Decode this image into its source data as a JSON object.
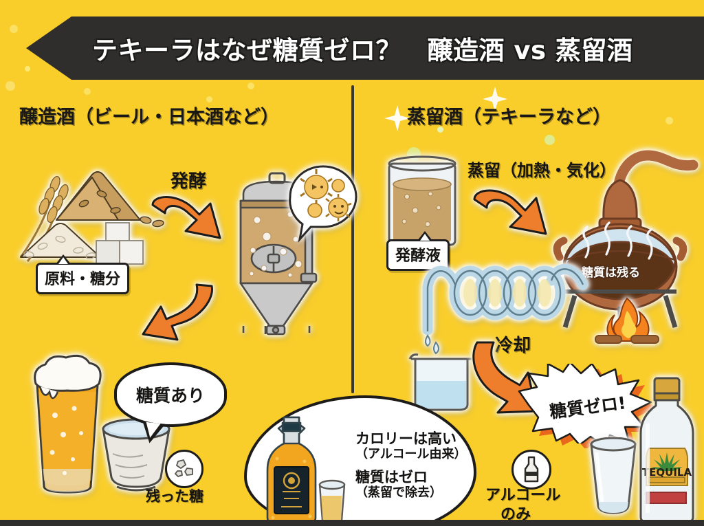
{
  "page": {
    "background_color": "#F9CE2B",
    "ink_color": "#2F2E2C"
  },
  "header": {
    "title": "テキーラはなぜ糖質ゼロ？　醸造酒 vs 蒸留酒",
    "bar_color": "#2F2E2C"
  },
  "left_panel": {
    "heading": "醸造酒（ビール・日本酒など）",
    "ingredients_label": "原料・糖分",
    "ferment_arrow_label": "発酵",
    "yeast_bubble_icon": "yeast-cells-icon",
    "tank_icon": "fermentation-tank-icon",
    "beer_icon": "beer-glass-icon",
    "sake_cup_icon": "sake-cup-icon",
    "result_bubble": "糖質あり",
    "leftover_sugar_icon": "sugar-crystals-icon",
    "leftover_sugar_label": "残った糖"
  },
  "right_panel": {
    "heading": "蒸留酒（テキーラなど）",
    "mash_label": "発酵液",
    "distill_arrow_label": "蒸留（加熱・気化）",
    "still_icon": "copper-pot-still-icon",
    "still_text": "糖質は残る",
    "fire_icon": "flame-icon",
    "coil_icon": "condenser-coil-icon",
    "beaker_icon": "beaker-icon",
    "cool_arrow_label": "冷却",
    "burst_text": "糖質ゼロ!",
    "alcohol_icon": "bottle-circle-icon",
    "alcohol_label_line1": "アルコール",
    "alcohol_label_line2": "のみ",
    "shot_glass_icon": "shot-glass-icon",
    "tequila_bottle_icon": "tequila-bottle-icon",
    "tequila_bottle_label": "TEQUILA"
  },
  "callout": {
    "line1": "カロリーは高い",
    "line2": "（アルコール由来）",
    "line3": "糖質はゼロ",
    "line4": "（蒸留で除去）",
    "bottle_icon": "whisky-bottle-icon",
    "shot_icon": "shot-glass-icon"
  },
  "colors": {
    "yellow": "#F9CE2B",
    "dark": "#2F2E2C",
    "arrow_orange": "#EF7E29",
    "copper": "#B5683F",
    "beer_gold": "#F0A91E",
    "white": "#FFFFFF"
  }
}
